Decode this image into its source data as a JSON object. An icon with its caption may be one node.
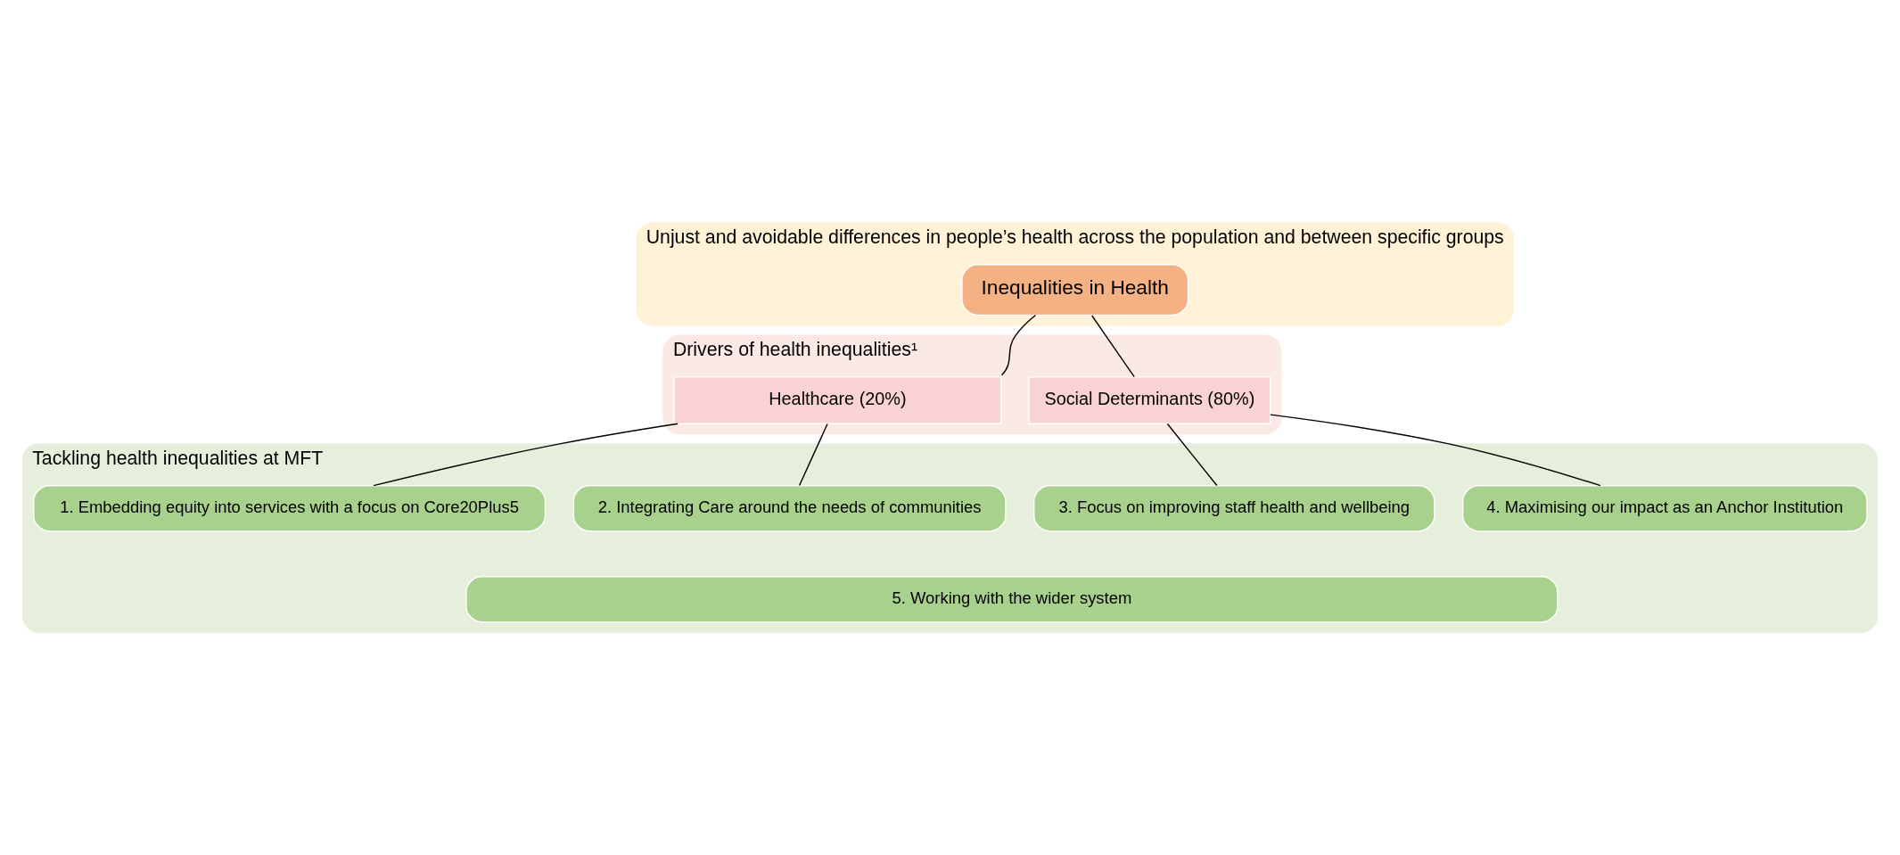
{
  "diagram": {
    "nodes": [
      {
        "text": [
          "Unjust and avoidable differences in people’s health across the population and between specific groups"
        ]
      },
      {
        "text": [
          "Inequalities in Health"
        ],
        "in": 0
      },
      {
        "text": [
          "Drivers of health inequalities¹"
        ]
      },
      {
        "text": [
          "Healthcare (20%)"
        ],
        "in": 2
      },
      {
        "text": [
          "Social Determinants (80%)"
        ],
        "in": 2
      },
      {
        "text": [
          "Tackling health inequalities at MFT"
        ]
      },
      {
        "text": [
          "1. Embedding equity into services with a focus on Core20Plus5"
        ],
        "in": 5
      },
      {
        "text": [
          "2. Integrating Care around the needs of communities"
        ],
        "in": 5
      },
      {
        "text": [
          "3. Focus on improving staff health and wellbeing"
        ],
        "in": 5
      },
      {
        "text": [
          "4. Maximising our impact as an Anchor Institution"
        ],
        "in": 5
      },
      {
        "text": [
          "5. Working with the wider system"
        ],
        "in": 5
      }
    ],
    "edges": [
      {
        "from": 1,
        "to": 3,
        "arrow": "none"
      },
      {
        "from": 1,
        "to": 4,
        "arrow": "none"
      },
      {
        "from": 3,
        "to": 6,
        "arrow": "none"
      },
      {
        "from": 3,
        "to": 7,
        "arrow": "none"
      },
      {
        "from": 4,
        "to": 8,
        "arrow": "none"
      },
      {
        "from": 4,
        "to": 9,
        "arrow": "none"
      }
    ]
  }
}
